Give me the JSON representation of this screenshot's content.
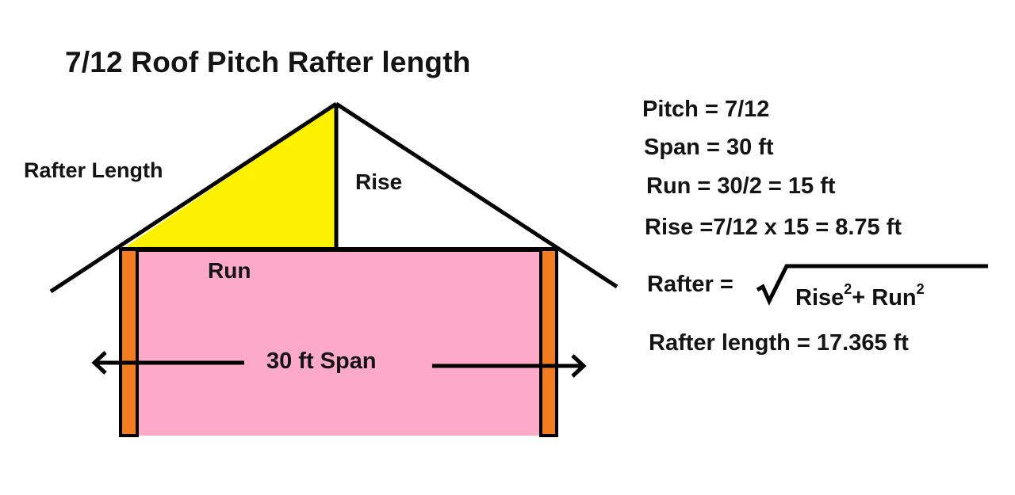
{
  "title": "7/12 Roof Pitch Rafter length",
  "diagram": {
    "labels": {
      "rafter_length": "Rafter Length",
      "rise": "Rise",
      "run": "Run",
      "span": "30 ft Span"
    },
    "colors": {
      "triangle_fill": "#fff200",
      "wall_fill": "#fda9c8",
      "post_fill": "#f47c20",
      "line": "#000000"
    }
  },
  "calculations": {
    "pitch": "Pitch = 7/12",
    "span": "Span = 30 ft",
    "run": "Run = 30/2 = 15 ft",
    "rise": "Rise =7/12 x 15 = 8.75 ft",
    "rafter_formula_label": "Rafter =",
    "formula_rise": "Rise",
    "formula_plus": "+ Run",
    "formula_exp": "2",
    "rafter_length": "Rafter length =  17.365 ft"
  }
}
